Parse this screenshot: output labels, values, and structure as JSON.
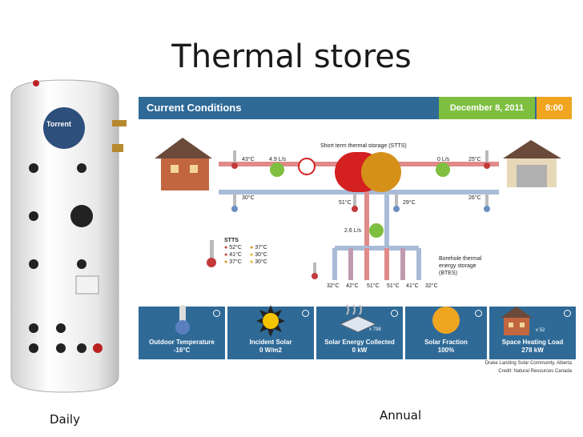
{
  "slide": {
    "title": "Thermal stores",
    "caption_left": "Daily",
    "caption_right": "Annual"
  },
  "tank": {
    "brand": "Torrent"
  },
  "dashboard": {
    "header_title": "Current Conditions",
    "date": "December 8, 2011",
    "time": "8:00",
    "stts_label": "Short term thermal storage (STTS)",
    "btes_label_1": "Borehole thermal",
    "btes_label_2": "energy storage",
    "btes_label_3": "(BTES)",
    "readings": {
      "house_supply": "43°C",
      "house_flow": "4.9 L/s",
      "house_return": "30°C",
      "stts_left": "51°C",
      "stts_right": "29°C",
      "garage_flow": "0 L/s",
      "garage_supply": "25°C",
      "garage_return": "26°C",
      "borehole_flow": "2.6 L/s",
      "bore_temps": [
        "32°C",
        "42°C",
        "51°C",
        "51°C",
        "41°C",
        "32°C"
      ]
    },
    "stts_legend": {
      "title": "STTS",
      "left": [
        "52°C",
        "41°C",
        "37°C"
      ],
      "right": [
        "37°C",
        "30°C",
        "30°C"
      ]
    },
    "panels": [
      {
        "name": "Outdoor Temperature",
        "value": "-16°C"
      },
      {
        "name": "Incident Solar",
        "value": "0 W/m2"
      },
      {
        "name": "Solar Energy Collected",
        "value": "0 kW",
        "badge": "x 798"
      },
      {
        "name": "Solar Fraction",
        "value": "100%"
      },
      {
        "name": "Space Heating Load",
        "value": "278  kW",
        "badge": "x 52"
      }
    ],
    "credit_1": "Drake Landing Solar Community, Alberta",
    "credit_2": "Credit: Natural Resources Canada"
  },
  "colors": {
    "header": "#2f6a97",
    "date_bg": "#7ebf3f",
    "time_bg": "#f0a520",
    "hot_pipe": "#e08a8a",
    "cold_pipe": "#a8bcd8"
  }
}
